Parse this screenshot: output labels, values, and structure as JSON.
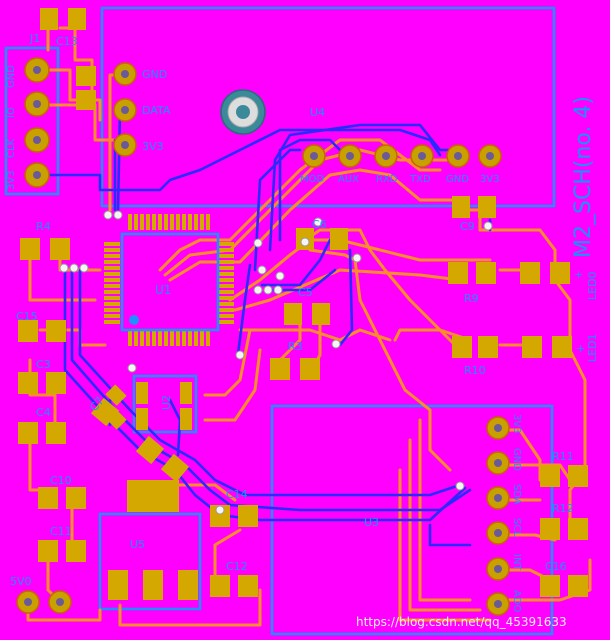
{
  "board": {
    "title": "M2_SCH(no. 4)",
    "watermark": "https://blog.csdn.net/qq_45391633"
  },
  "components": {
    "j1": "J1",
    "c13": "C13",
    "r4": "R4",
    "c15": "C15",
    "c3": "C3",
    "c4": "C4",
    "c10": "C10",
    "c11": "C11",
    "u1": "U1",
    "u2": "U2",
    "u3": "U3",
    "u4": "U4",
    "u5": "U5",
    "c5": "C5",
    "r3": "R3",
    "c6": "C6",
    "c7": "C7",
    "c9": "C9",
    "r9": "R9",
    "r10": "R10",
    "r11": "R11",
    "r12": "R12",
    "c12": "C12",
    "c14": "C14",
    "c16": "C16",
    "led0": "LED0",
    "led1": "LED1"
  },
  "pins": {
    "j1": [
      "3V3",
      "CLK",
      "IO",
      "GND"
    ],
    "mid": [
      "GND",
      "DATA",
      "3V3"
    ],
    "u4": [
      "MOD",
      "AUX",
      "RXD",
      "TXD",
      "GND",
      "3V3"
    ],
    "u3": [
      "3V3",
      "GND",
      "SDA",
      "SCL",
      "INT",
      "ADO"
    ],
    "power": "5V0"
  },
  "colors": {
    "background": "#ff00ff",
    "silkscreen": "#1e90ff",
    "top_trace": "#ff8c2a",
    "bottom_trace": "#2a2aff",
    "pad": "#d4a800"
  }
}
